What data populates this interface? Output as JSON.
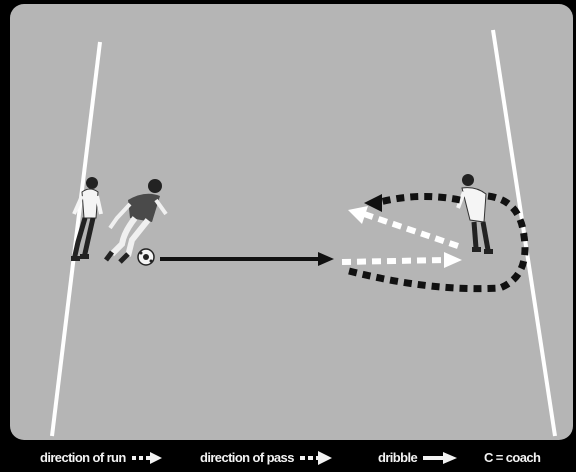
{
  "colors": {
    "background": "#000000",
    "pitch": "#b5b5b5",
    "line": "#ffffff",
    "pass_arrow": "#ffffff",
    "run_arrow": "#111111",
    "legend_text": "#f2f2f2"
  },
  "legend": {
    "run": "direction of run",
    "pass": "direction of pass",
    "dribble": "dribble",
    "coach": "C = coach"
  },
  "icons": [
    "player-figure",
    "ball-icon",
    "arrow-icon"
  ]
}
